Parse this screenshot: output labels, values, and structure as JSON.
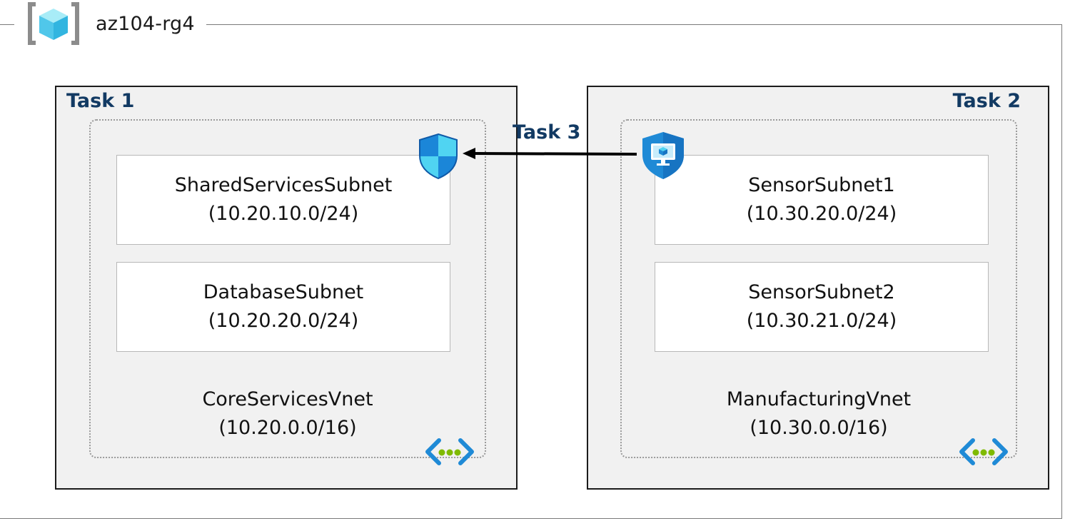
{
  "resource_group": {
    "name": "az104-rg4",
    "icon": "resource-group-icon"
  },
  "tasks": {
    "task1": {
      "label": "Task 1",
      "vnet": {
        "name": "CoreServicesVnet",
        "cidr": "(10.20.0.0/16)",
        "icon": "virtual-network-icon"
      },
      "subnets": [
        {
          "name": "SharedServicesSubnet",
          "cidr": "(10.20.10.0/24)"
        },
        {
          "name": "DatabaseSubnet",
          "cidr": "(10.20.20.0/24)"
        }
      ],
      "attached_icon": "network-security-group-icon"
    },
    "task2": {
      "label": "Task 2",
      "vnet": {
        "name": "ManufacturingVnet",
        "cidr": "(10.30.0.0/16)",
        "icon": "virtual-network-icon"
      },
      "subnets": [
        {
          "name": "SensorSubnet1",
          "cidr": "(10.30.20.0/24)"
        },
        {
          "name": "SensorSubnet2",
          "cidr": "(10.30.21.0/24)"
        }
      ],
      "attached_icon": "application-security-group-icon"
    },
    "task3": {
      "label": "Task 3",
      "connector": "arrow-left"
    }
  },
  "colors": {
    "task_label": "#123a63",
    "box_fill": "#f1f1f1",
    "box_border": "#1b1b1b",
    "subnet_border": "#b8b8b8",
    "vnet_dotted_border": "#9a9a9a",
    "icon_blue": "#1f8ad6",
    "icon_green": "#7fba00"
  }
}
